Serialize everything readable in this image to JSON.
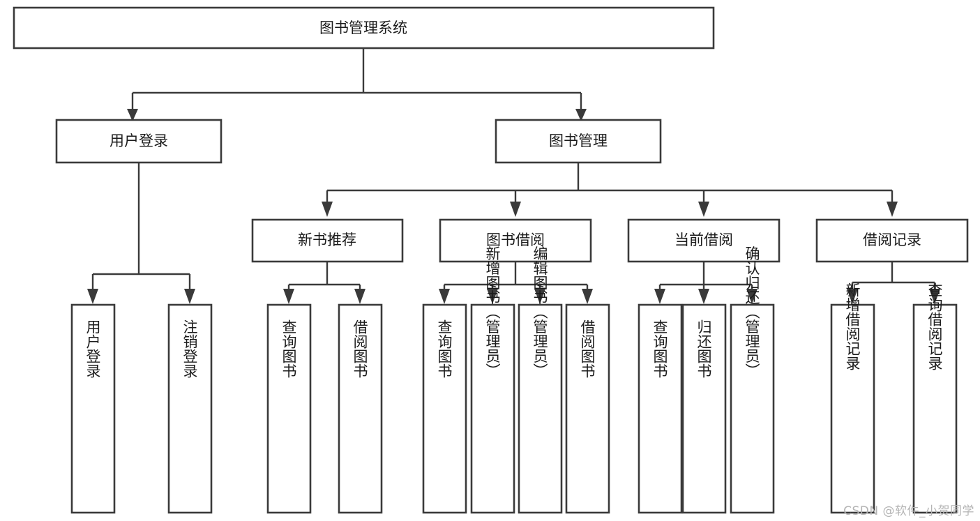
{
  "diagram": {
    "type": "tree-hierarchy-chart",
    "title": "图书管理系统",
    "watermark": "CSDN @软件_小贺同学",
    "levels": [
      {
        "level": 1,
        "nodes": [
          {
            "id": "root",
            "label": "图书管理系统",
            "orientation": "horizontal"
          }
        ]
      },
      {
        "level": 2,
        "nodes": [
          {
            "id": "login",
            "label": "用户登录",
            "orientation": "horizontal",
            "parent": "root"
          },
          {
            "id": "bookmgmt",
            "label": "图书管理",
            "orientation": "horizontal",
            "parent": "root"
          }
        ]
      },
      {
        "level": 3,
        "nodes": [
          {
            "id": "newbook",
            "label": "新书推荐",
            "orientation": "horizontal",
            "parent": "bookmgmt"
          },
          {
            "id": "borrow",
            "label": "图书借阅",
            "orientation": "horizontal",
            "parent": "bookmgmt"
          },
          {
            "id": "current",
            "label": "当前借阅",
            "orientation": "horizontal",
            "parent": "bookmgmt"
          },
          {
            "id": "records",
            "label": "借阅记录",
            "orientation": "horizontal",
            "parent": "bookmgmt"
          }
        ]
      },
      {
        "level": 4,
        "nodes": [
          {
            "id": "leaf-user-login",
            "label": "用户登录",
            "orientation": "vertical",
            "parent": "login"
          },
          {
            "id": "leaf-logout",
            "label": "注销登录",
            "orientation": "vertical",
            "parent": "login"
          },
          {
            "id": "leaf-query-book-1",
            "label": "查询图书",
            "orientation": "vertical",
            "parent": "newbook"
          },
          {
            "id": "leaf-borrow-book-1",
            "label": "借阅图书",
            "orientation": "vertical",
            "parent": "newbook"
          },
          {
            "id": "leaf-query-book-2",
            "label": "查询图书",
            "orientation": "vertical",
            "parent": "borrow"
          },
          {
            "id": "leaf-add-book",
            "label": "新增图书（管理员）",
            "orientation": "vertical",
            "parent": "borrow"
          },
          {
            "id": "leaf-edit-book",
            "label": "编辑图书（管理员）",
            "orientation": "vertical",
            "parent": "borrow"
          },
          {
            "id": "leaf-borrow-book-2",
            "label": "借阅图书",
            "orientation": "vertical",
            "parent": "borrow"
          },
          {
            "id": "leaf-query-book-3",
            "label": "查询图书",
            "orientation": "vertical",
            "parent": "current"
          },
          {
            "id": "leaf-return-book",
            "label": "归还图书",
            "orientation": "vertical",
            "parent": "current"
          },
          {
            "id": "leaf-confirm-return",
            "label": "确认归还（管理员）",
            "orientation": "vertical",
            "parent": "current"
          },
          {
            "id": "leaf-add-record",
            "label": "新增借阅记录",
            "orientation": "vertical",
            "parent": "records"
          },
          {
            "id": "leaf-query-record",
            "label": "查询借阅记录",
            "orientation": "vertical",
            "parent": "records"
          }
        ]
      }
    ],
    "colors": {
      "box_stroke": "#3a3a3a",
      "box_fill": "#ffffff",
      "connector": "#3a3a3a",
      "text": "#1b1b1b",
      "watermark": "#b4b4b4",
      "background": "#ffffff"
    }
  }
}
